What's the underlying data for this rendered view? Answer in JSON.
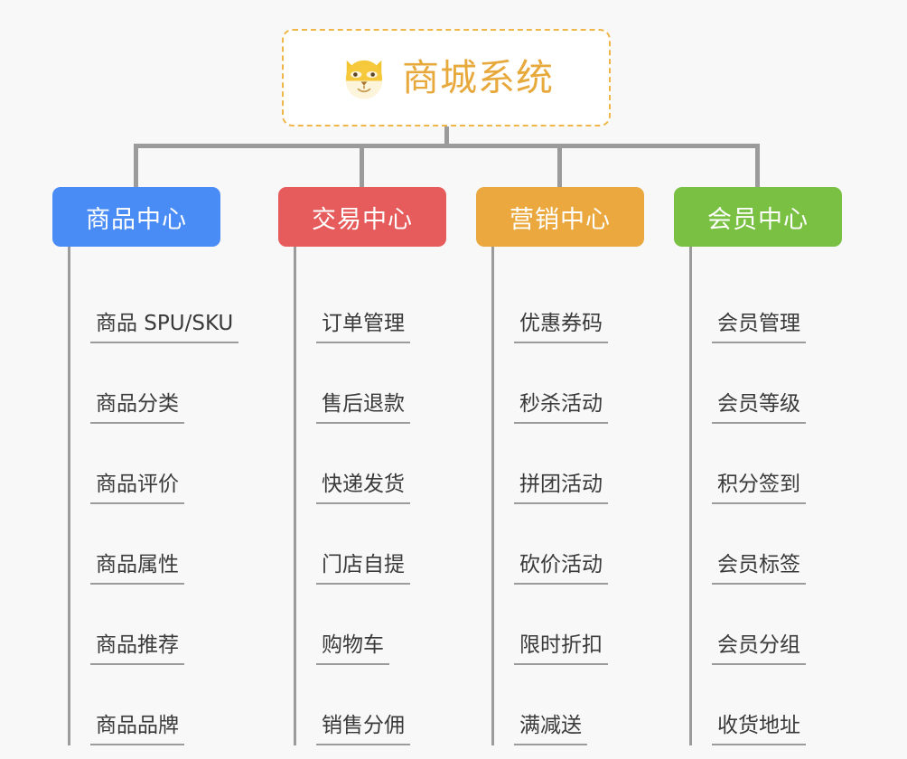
{
  "root": {
    "title": "商城系统",
    "icon": "shiba-dog-face-icon",
    "text_color": "#e8a93c",
    "border_color": "#f0b64a",
    "background": "#ffffff"
  },
  "page": {
    "background": "#f8f8f8",
    "connector_color": "#9b9b9b"
  },
  "categories": [
    {
      "label": "商品中心",
      "color": "#4a8cf5",
      "items": [
        {
          "label": "商品 SPU/SKU"
        },
        {
          "label": "商品分类"
        },
        {
          "label": "商品评价"
        },
        {
          "label": "商品属性"
        },
        {
          "label": "商品推荐"
        },
        {
          "label": "商品品牌"
        }
      ]
    },
    {
      "label": "交易中心",
      "color": "#e65c5c",
      "items": [
        {
          "label": "订单管理"
        },
        {
          "label": "售后退款"
        },
        {
          "label": "快递发货"
        },
        {
          "label": "门店自提"
        },
        {
          "label": "购物车"
        },
        {
          "label": "销售分佣"
        }
      ]
    },
    {
      "label": "营销中心",
      "color": "#eaa83f",
      "items": [
        {
          "label": "优惠券码"
        },
        {
          "label": "秒杀活动"
        },
        {
          "label": "拼团活动"
        },
        {
          "label": "砍价活动"
        },
        {
          "label": "限时折扣"
        },
        {
          "label": "满减送"
        }
      ]
    },
    {
      "label": "会员中心",
      "color": "#7ac143",
      "items": [
        {
          "label": "会员管理"
        },
        {
          "label": "会员等级"
        },
        {
          "label": "积分签到"
        },
        {
          "label": "会员标签"
        },
        {
          "label": "会员分组"
        },
        {
          "label": "收货地址"
        }
      ]
    }
  ]
}
